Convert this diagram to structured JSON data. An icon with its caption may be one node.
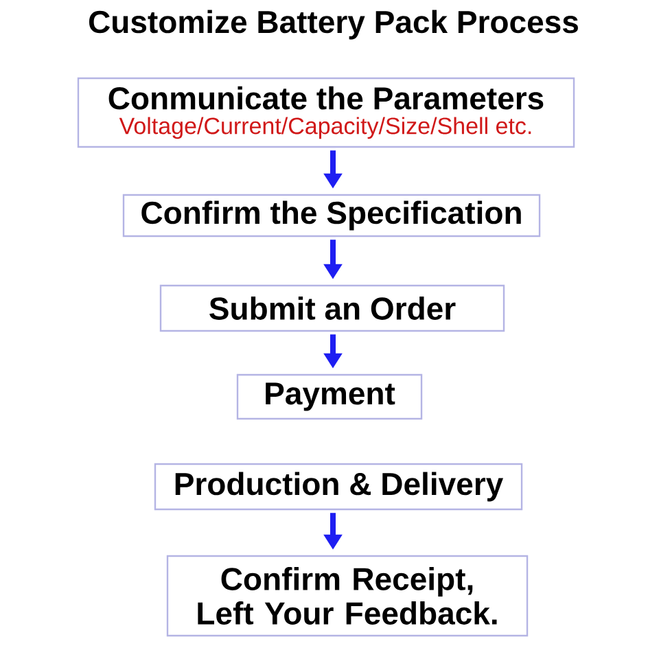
{
  "diagram": {
    "title": "Customize Battery Pack Process",
    "nodes": [
      {
        "text": [
          "Conmunicate the Parameters",
          "Voltage/Current/Capacity/Size/Shell etc."
        ]
      },
      {
        "text": [
          "Confirm the Specification"
        ]
      },
      {
        "text": [
          "Submit an Order"
        ]
      },
      {
        "text": [
          "Payment"
        ]
      },
      {
        "text": [
          "Production & Delivery"
        ]
      },
      {
        "text": [
          "Confirm Receipt, Left Your Feedback."
        ]
      }
    ],
    "edges": [
      {
        "from": 0,
        "to": 1,
        "arrow": "to"
      },
      {
        "from": 1,
        "to": 2,
        "arrow": "to"
      },
      {
        "from": 2,
        "to": 3,
        "arrow": "to"
      },
      {
        "from": 4,
        "to": 5,
        "arrow": "to"
      }
    ]
  }
}
